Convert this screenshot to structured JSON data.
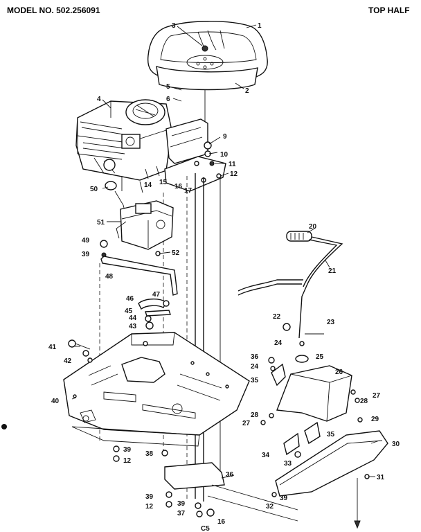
{
  "header": {
    "model": "MODEL NO. 502.256091",
    "half": "TOP HALF"
  },
  "callouts": [
    {
      "id": "c1",
      "text": "1"
    },
    {
      "id": "c2",
      "text": "2"
    },
    {
      "id": "c3",
      "text": "3"
    },
    {
      "id": "c4",
      "text": "4"
    },
    {
      "id": "c5",
      "text": "5"
    },
    {
      "id": "c6",
      "text": "6"
    },
    {
      "id": "c9",
      "text": "9"
    },
    {
      "id": "c10",
      "text": "10"
    },
    {
      "id": "c11",
      "text": "11"
    },
    {
      "id": "c12a",
      "text": "12"
    },
    {
      "id": "c14",
      "text": "14"
    },
    {
      "id": "c15",
      "text": "15"
    },
    {
      "id": "c16a",
      "text": "16"
    },
    {
      "id": "c17",
      "text": "17"
    },
    {
      "id": "c50",
      "text": "50"
    },
    {
      "id": "c51",
      "text": "51"
    },
    {
      "id": "c49",
      "text": "49"
    },
    {
      "id": "c39a",
      "text": "39"
    },
    {
      "id": "c52",
      "text": "52"
    },
    {
      "id": "c48",
      "text": "48"
    },
    {
      "id": "c46",
      "text": "46"
    },
    {
      "id": "c47",
      "text": "47"
    },
    {
      "id": "c45",
      "text": "45"
    },
    {
      "id": "c44",
      "text": "44"
    },
    {
      "id": "c43",
      "text": "43"
    },
    {
      "id": "c41",
      "text": "41"
    },
    {
      "id": "c42",
      "text": "42"
    },
    {
      "id": "c40",
      "text": "40"
    },
    {
      "id": "c39b",
      "text": "39"
    },
    {
      "id": "c12b",
      "text": "12"
    },
    {
      "id": "c38",
      "text": "38"
    },
    {
      "id": "c36a",
      "text": "36"
    },
    {
      "id": "c39c",
      "text": "39"
    },
    {
      "id": "c12c",
      "text": "12"
    },
    {
      "id": "c39d",
      "text": "39"
    },
    {
      "id": "c37",
      "text": "37"
    },
    {
      "id": "c16b",
      "text": "16"
    },
    {
      "id": "cC5",
      "text": "C5"
    },
    {
      "id": "c20",
      "text": "20"
    },
    {
      "id": "c21",
      "text": "21"
    },
    {
      "id": "c22",
      "text": "22"
    },
    {
      "id": "c23",
      "text": "23"
    },
    {
      "id": "c24a",
      "text": "24"
    },
    {
      "id": "c25",
      "text": "25"
    },
    {
      "id": "c36b",
      "text": "36"
    },
    {
      "id": "c24b",
      "text": "24"
    },
    {
      "id": "c35a",
      "text": "35"
    },
    {
      "id": "c26",
      "text": "26"
    },
    {
      "id": "c27a",
      "text": "27"
    },
    {
      "id": "c28a",
      "text": "28"
    },
    {
      "id": "c28b",
      "text": "28"
    },
    {
      "id": "c27b",
      "text": "27"
    },
    {
      "id": "c29",
      "text": "29"
    },
    {
      "id": "c35b",
      "text": "35"
    },
    {
      "id": "c30",
      "text": "30"
    },
    {
      "id": "c34",
      "text": "34"
    },
    {
      "id": "c33",
      "text": "33"
    },
    {
      "id": "c31",
      "text": "31"
    },
    {
      "id": "c32",
      "text": "32"
    },
    {
      "id": "c39e",
      "text": "39"
    }
  ]
}
